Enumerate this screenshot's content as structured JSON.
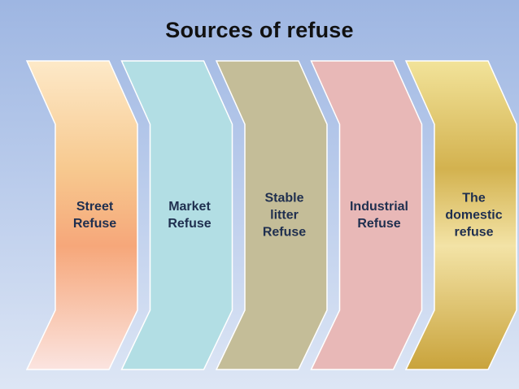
{
  "title": "Sources of refuse",
  "panels": [
    {
      "label": "Street\nRefuse",
      "colors": [
        "#fde9c8",
        "#f7c98f",
        "#f6a77a",
        "#fbe4e0"
      ]
    },
    {
      "label": "Market\nRefuse",
      "colors": [
        "#b2dee4",
        "#b2dee4",
        "#b2dee4",
        "#b2dee4"
      ]
    },
    {
      "label": "Stable\nlitter\nRefuse",
      "colors": [
        "#c4bd98",
        "#c4bd98",
        "#c4bd98",
        "#c4bd98"
      ]
    },
    {
      "label": "Industrial\nRefuse",
      "colors": [
        "#e8b8b7",
        "#e8b8b7",
        "#e8b8b7",
        "#e8b8b7"
      ]
    },
    {
      "label": "The\ndomestic\nrefuse",
      "colors": [
        "#f2e39a",
        "#d3b24f",
        "#f3e3a6",
        "#c9a33b"
      ]
    }
  ]
}
